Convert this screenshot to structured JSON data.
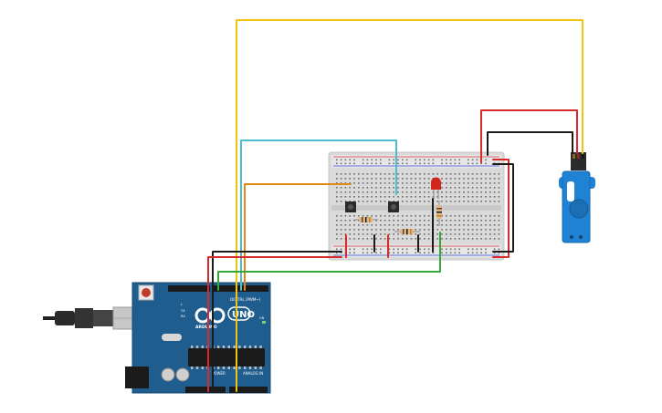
{
  "arduino": {
    "model_label": "UNO",
    "brand_label": "ARDUINO",
    "digital_label": "DIGITAL (PWM~)",
    "power_label": "POWER",
    "analog_label": "ANALOG IN",
    "on_label": "ON",
    "tx_label": "TX",
    "rx_label": "RX",
    "l_label": "L"
  },
  "colors": {
    "board": "#1f5d8f",
    "breadboard": "#d9d9d9",
    "wire_yellow": "#f1c40f",
    "wire_red": "#d62b2b",
    "wire_black": "#1b1b1b",
    "wire_cyan": "#4cbcd0",
    "wire_orange": "#e58716",
    "wire_green": "#34a83a",
    "servo": "#1f82d4",
    "led": "#d0261b"
  },
  "icons": {
    "usb": "usb-plug-icon",
    "power_jack": "dc-jack-icon",
    "reset": "reset-button-icon",
    "logo": "infinity-logo-icon"
  }
}
